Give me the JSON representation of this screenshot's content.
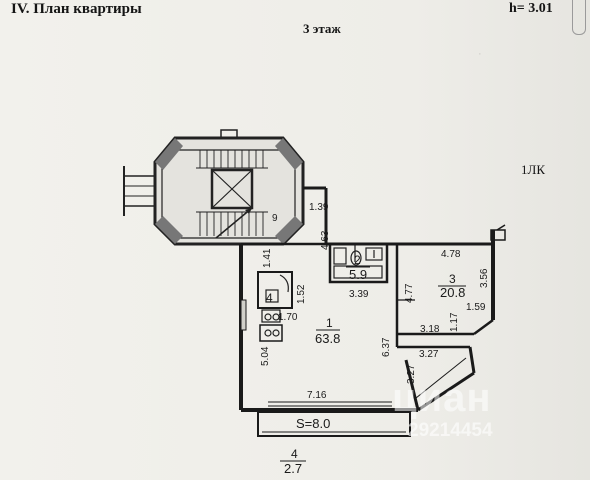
{
  "header": {
    "title": "IV. План квартиры",
    "floor": "3 этаж",
    "height": "h= 3.01",
    "plan_code": "1ЛК"
  },
  "rooms": {
    "room1": {
      "number": "1",
      "area": "63.8"
    },
    "room2": {
      "number": "2",
      "area": "5.9"
    },
    "room3": {
      "number": "3",
      "area": "20.8"
    },
    "room4": {
      "number": "4",
      "area": ""
    },
    "balcony": {
      "number": "4",
      "area": "2.7",
      "s_label": "S=8.0"
    }
  },
  "dimensions": {
    "d139": "1.39",
    "d463": "4.63",
    "d141": "1.41",
    "d152": "1.52",
    "d170": "1.70",
    "d504": "5.04",
    "d339": "3.39",
    "d478": "4.78",
    "d356": "3.56",
    "d477": "4.77",
    "d159": "1.59",
    "d117": "1.17",
    "d318": "3.18",
    "d637": "6.37",
    "d327a": "3.27",
    "d327b": "3.27",
    "d716": "7.16"
  },
  "stair_label": "9",
  "watermark": {
    "brand": "циан",
    "number": "29214454"
  }
}
